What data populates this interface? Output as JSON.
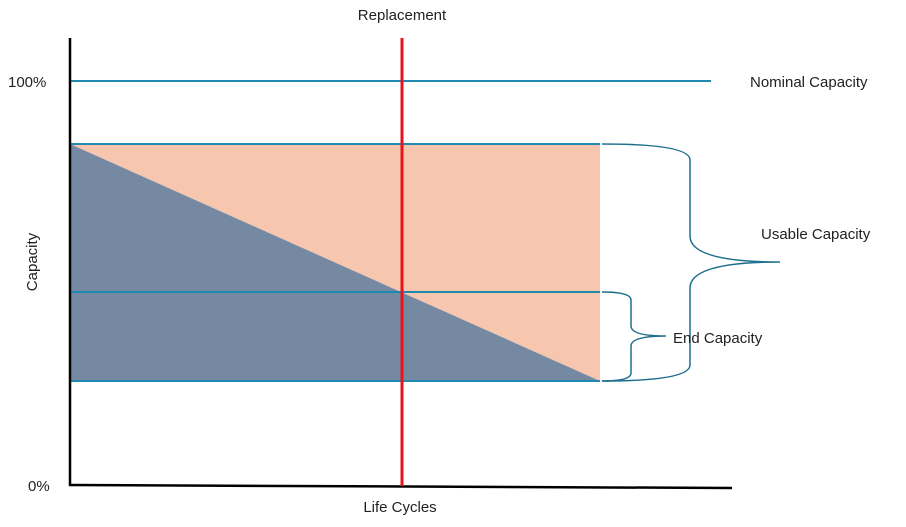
{
  "labels": {
    "replacement": "Replacement",
    "nominal_capacity": "Nominal Capacity",
    "usable_capacity": "Usable Capacity",
    "end_capacity": "End Capacity",
    "y_axis": "Capacity",
    "x_axis": "Life Cycles",
    "tick_100": "100%",
    "tick_0": "0%"
  },
  "colors": {
    "axis": "#000000",
    "guide_line": "#1f8ab0",
    "replacement_line": "#e8141b",
    "degraded_region": "#7589a3",
    "usable_region": "#f6c6ae",
    "brace": "#1e6e8c"
  }
}
